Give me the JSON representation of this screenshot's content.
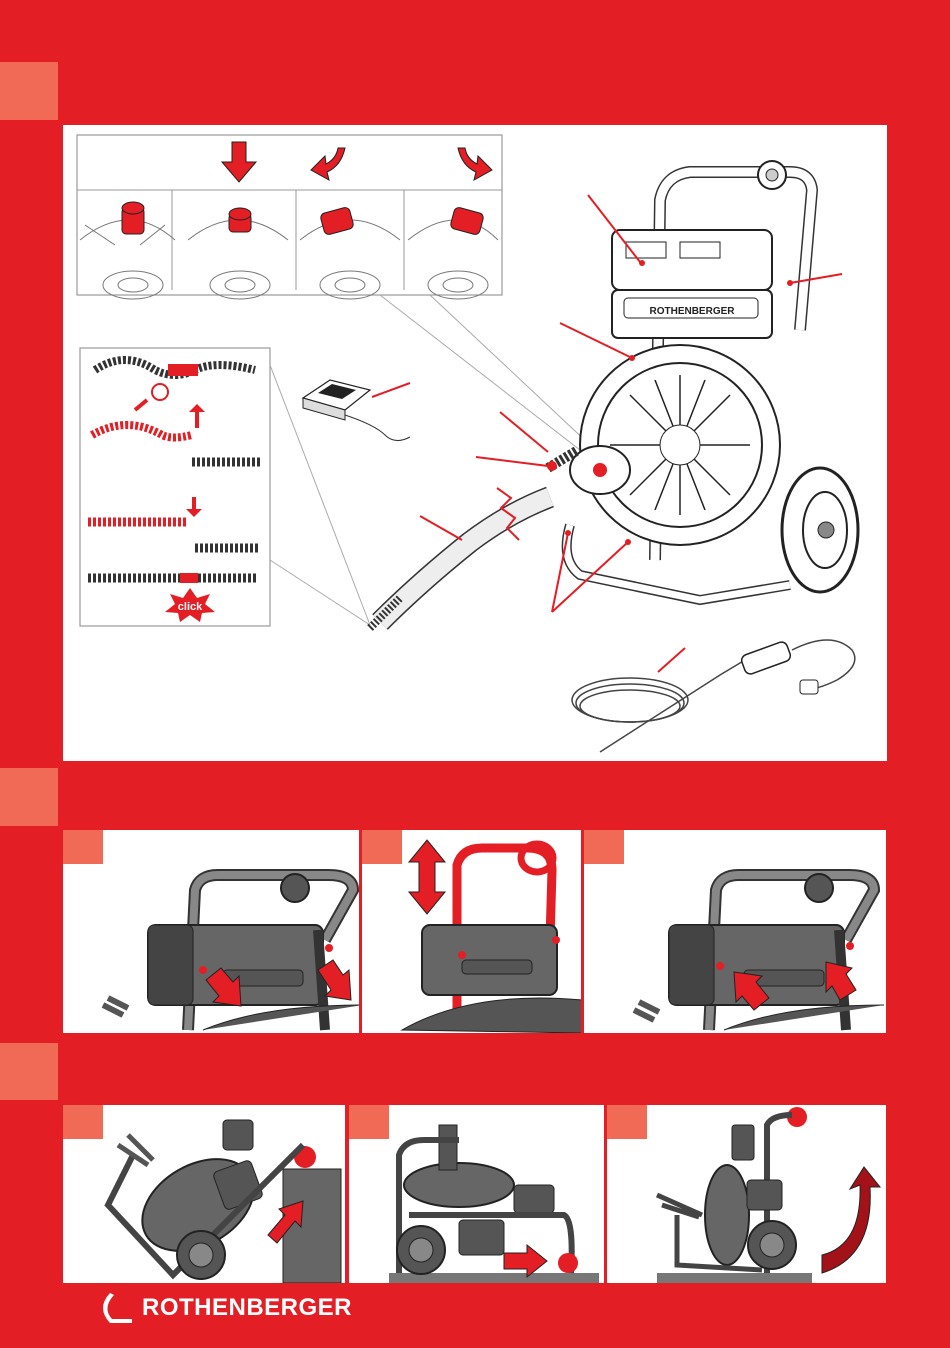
{
  "brand": {
    "name": "ROTHENBERGER",
    "colors": {
      "accent": "#e31e24",
      "tab": "#f06a55",
      "panel": "#ffffff",
      "line": "#3a3a3a"
    }
  },
  "section1": {
    "click_label": "click",
    "machine_brand_label": "ROTHENBERGER"
  },
  "section2": {
    "step_count": 3
  },
  "section3": {
    "step_count": 3
  }
}
